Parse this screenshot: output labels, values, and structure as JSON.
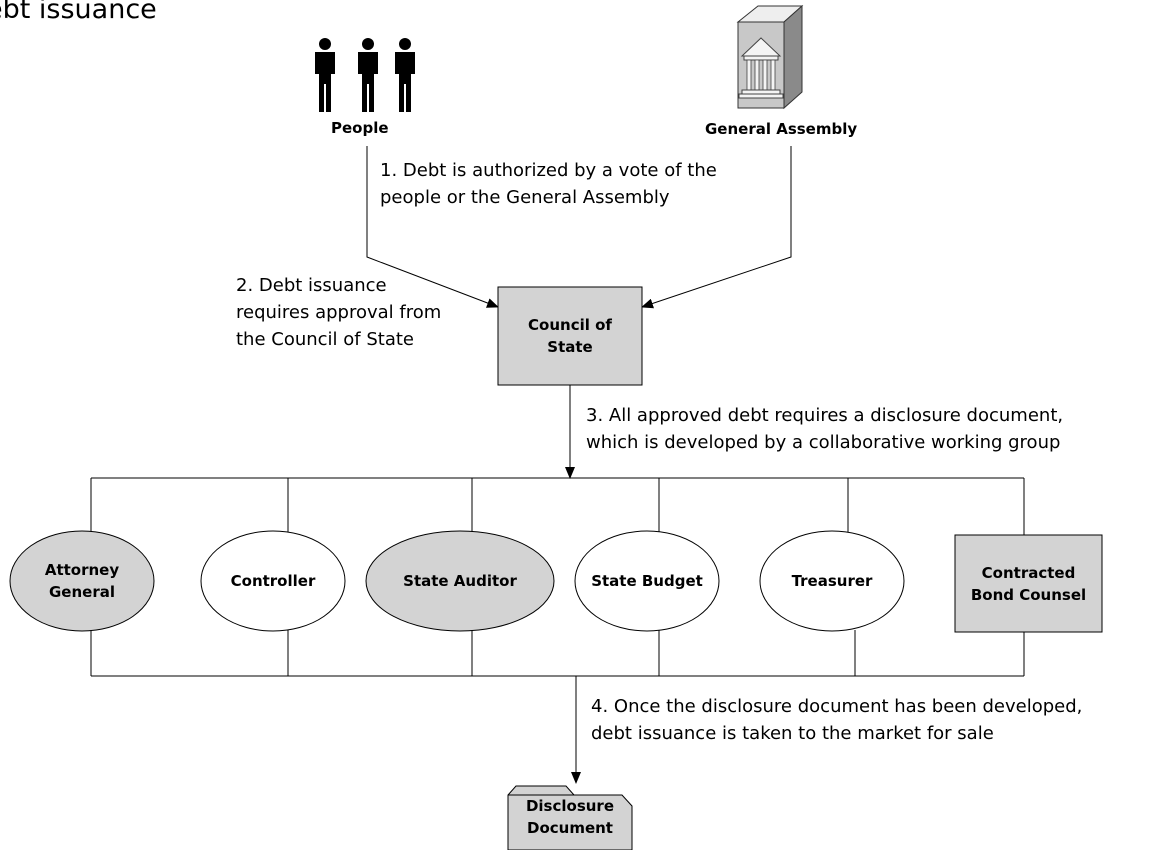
{
  "title": "ebt issuance",
  "actors": {
    "people": "People",
    "assembly": "General Assembly"
  },
  "steps": {
    "s1": [
      "1. Debt is authorized by a vote of the",
      "people or the General Assembly"
    ],
    "s2": [
      "2. Debt issuance",
      "requires approval from",
      "the Council of State"
    ],
    "s3": [
      "3. All approved debt requires a disclosure document,",
      "which is developed by a collaborative working group"
    ],
    "s4": [
      "4. Once the disclosure document has been developed,",
      "debt issuance is taken to the market for sale"
    ]
  },
  "council": [
    "Council of",
    "State"
  ],
  "group": {
    "attorney": [
      "Attorney",
      "General"
    ],
    "controller": "Controller",
    "auditor": "State Auditor",
    "budget": "State Budget",
    "treasurer": "Treasurer",
    "bond": [
      "Contracted",
      "Bond Counsel"
    ]
  },
  "document": [
    "Disclosure",
    "Document"
  ],
  "colors": {
    "gray_fill": "#d3d3d3",
    "white_fill": "#ffffff",
    "stroke": "#000000"
  },
  "icons": {
    "people": "people-icon",
    "assembly": "government-building-icon"
  }
}
